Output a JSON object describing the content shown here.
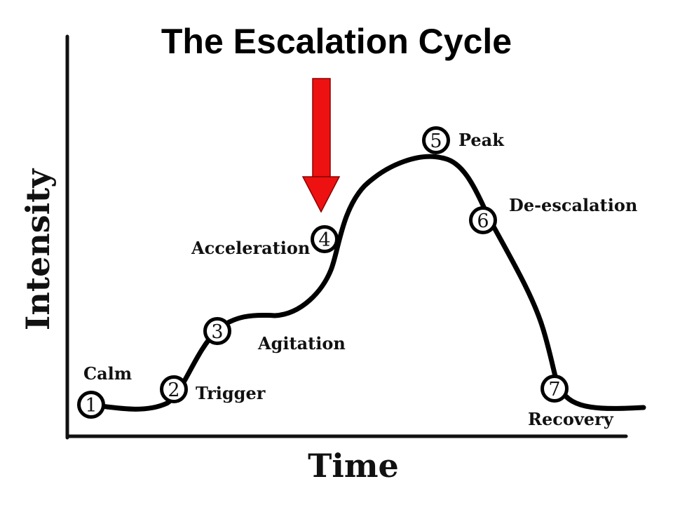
{
  "diagram": {
    "title": "The Escalation Cycle",
    "x_axis_label": "Time",
    "y_axis_label": "Intensity",
    "arrow_color": "#ee1111",
    "stages": [
      {
        "number": "1",
        "label": ""
      },
      {
        "number": "2",
        "label": "Trigger"
      },
      {
        "number": "3",
        "label": ""
      },
      {
        "number": "4",
        "label": "Acceleration"
      },
      {
        "number": "5",
        "label": "Peak"
      },
      {
        "number": "6",
        "label": "De-escalation"
      },
      {
        "number": "7",
        "label": "Recovery"
      }
    ],
    "extra_labels": {
      "calm": "Calm",
      "agitation": "Agitation"
    }
  }
}
